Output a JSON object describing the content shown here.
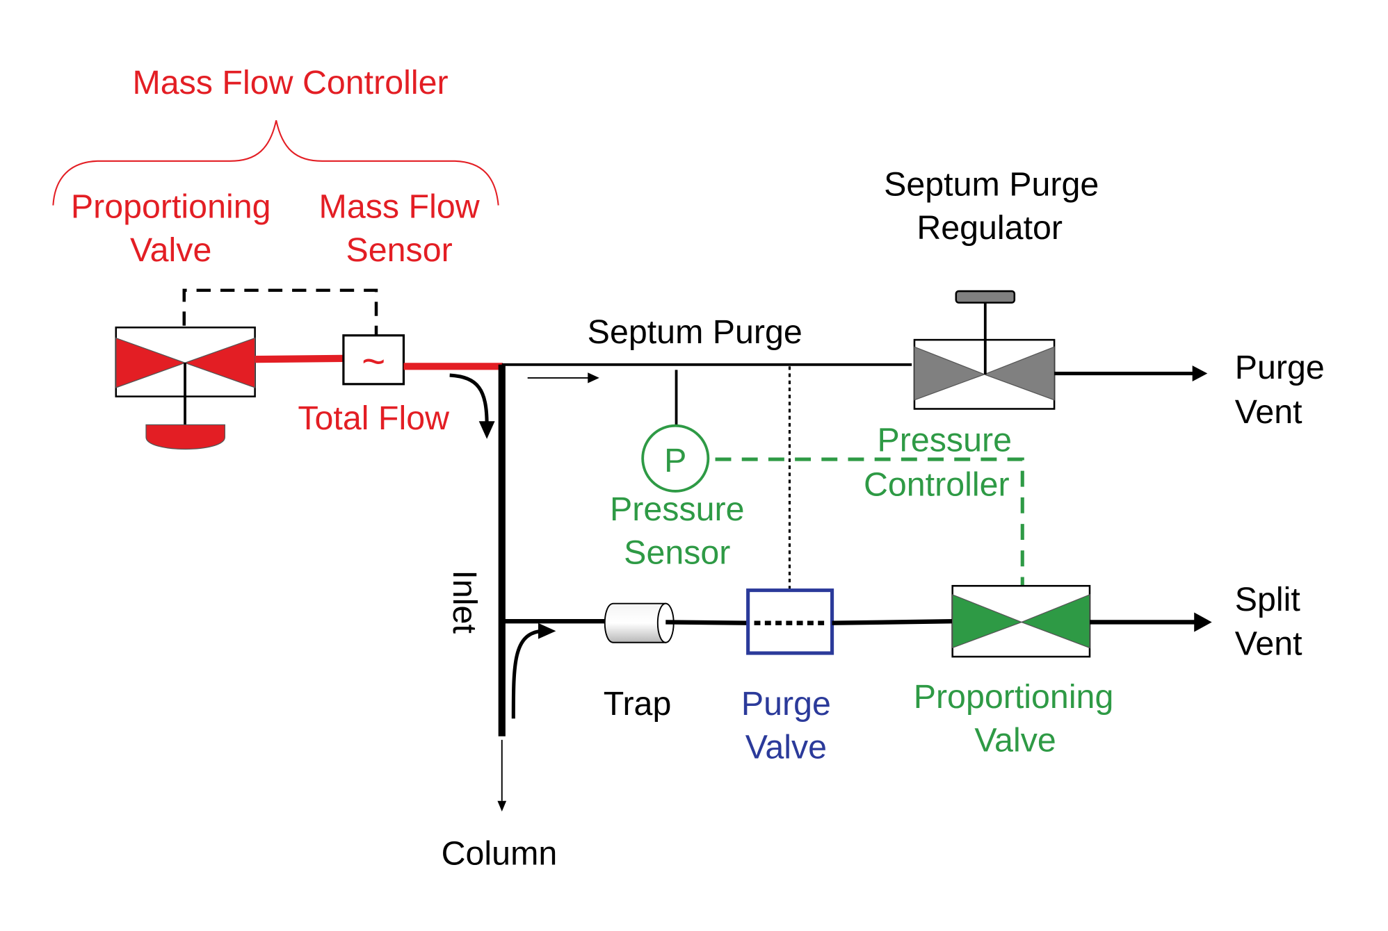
{
  "colors": {
    "red": "#e31e24",
    "green": "#2e9a45",
    "blue": "#2b3a9a",
    "black": "#000000",
    "gray": "#808080"
  },
  "mass_flow_controller": {
    "title": "Mass Flow Controller",
    "proportioning_valve": [
      "Proportioning",
      "Valve"
    ],
    "mass_flow_sensor": [
      "Mass Flow",
      "Sensor"
    ],
    "sensor_symbol": "~",
    "total_flow": "Total Flow"
  },
  "septum_purge": {
    "line_label": "Septum Purge",
    "regulator": [
      "Septum Purge",
      "Regulator"
    ],
    "outlet": [
      "Purge",
      "Vent"
    ]
  },
  "pressure": {
    "sensor_symbol": "P",
    "sensor_label": [
      "Pressure",
      "Sensor"
    ],
    "controller_label": [
      "Pressure",
      "Controller"
    ]
  },
  "split_line": {
    "trap": "Trap",
    "purge_valve": [
      "Purge",
      "Valve"
    ],
    "proportioning_valve": [
      "Proportioning",
      "Valve"
    ],
    "outlet": [
      "Split",
      "Vent"
    ]
  },
  "inlet": "Inlet",
  "column": "Column"
}
